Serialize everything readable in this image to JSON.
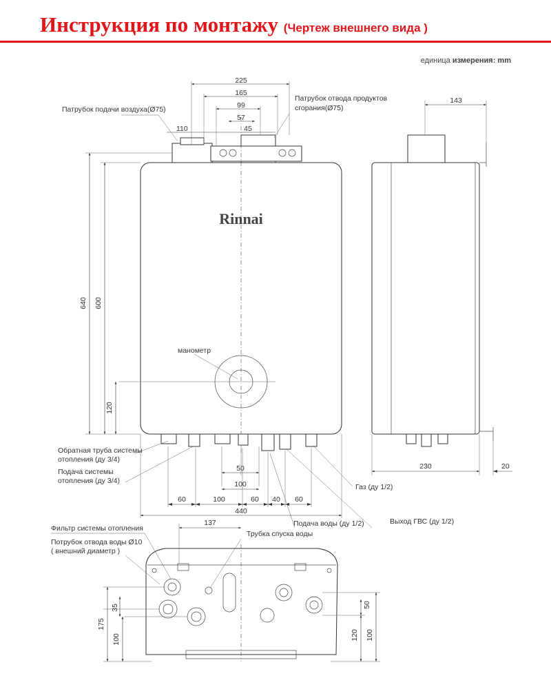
{
  "header": {
    "title": "Инструкция по монтажу",
    "subtitle": "(Чертеж внешнего вида )",
    "unit_prefix": "единица",
    "unit_label": "измерения: mm"
  },
  "front_view": {
    "brand": "Rinnai",
    "labels": {
      "air_inlet": "Патрубок подачи воздуха(Ø75)",
      "flue_outlet_1": "Патрубок отвода продуктов",
      "flue_outlet_2": "сгорания(Ø75)",
      "manometer": "манометр",
      "return_1": "Обратная труба системы",
      "return_2": "отопления (ду 3/4)",
      "supply_1": "Подача системы",
      "supply_2": "отопления (ду 3/4)",
      "gas": "Газ (ду 1/2)",
      "dhw_out": "Выход ГВС (ду 1/2)",
      "water_in": "Подача воды (ду 1/2)"
    },
    "dims": {
      "d225": "225",
      "d165": "165",
      "d99": "99",
      "d57": "57",
      "d45": "45",
      "d110": "110",
      "d640": "640",
      "d600": "600",
      "d120": "120",
      "d50": "50",
      "d100": "100",
      "b60a": "60",
      "b100": "100",
      "b60b": "60",
      "b40": "40",
      "b60c": "60",
      "d440": "440"
    }
  },
  "side_view": {
    "dims": {
      "d143": "143",
      "d230": "230",
      "d20": "20"
    }
  },
  "bottom_view": {
    "labels": {
      "filter": "Фильтр системы отопления",
      "drain_1": "Потрубок отвода воды Ø10",
      "drain_2": "( внешний диаметр )",
      "drain_tube": "Трубка спуска воды"
    },
    "dims": {
      "d137": "137",
      "d35": "35",
      "d175": "175",
      "d100": "100",
      "d50": "50",
      "d120": "120",
      "d100r": "100"
    }
  },
  "colors": {
    "title": "#e0161b",
    "line": "#333333"
  }
}
